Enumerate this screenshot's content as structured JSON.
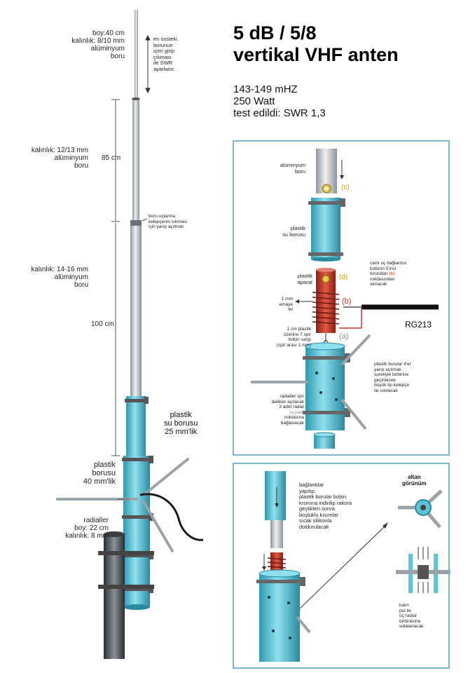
{
  "title": {
    "line1": "5 dB / 5/8",
    "line2": "vertikal VHF anten"
  },
  "specs": {
    "frequency": "143-149 mHZ",
    "power": "250 Watt",
    "test": "test edildi: SWR 1,3"
  },
  "left_labels": {
    "top_element": [
      "boy:40 cm",
      "kalınlık: 8/10 mm",
      "alüminyum",
      "boru"
    ],
    "tuning_note": [
      "en üssteki",
      "borunun",
      "içeri girip",
      "çıkması",
      "ile SWR",
      "ayarlanır."
    ],
    "mid_element": [
      "kalınlık: 12/13 mm",
      "alüminyum",
      "boru"
    ],
    "length_85": "85 cm",
    "clamp_note": [
      "boru uçlarına",
      "kelepçenin sıkması",
      "için yarıp açılmalı"
    ],
    "low_element": [
      "kalınlık: 14-16 mm",
      "alüminyum",
      "boru"
    ],
    "length_100": "100 cm",
    "pipe_25": [
      "plastik",
      "su borusu",
      "25 mm'lik"
    ],
    "pipe_40": [
      "plastik",
      "borusu",
      "40 mm'lik"
    ],
    "radials": [
      "radialler",
      "boy: 22 cm",
      "kalınlık: 8 mm"
    ]
  },
  "detail_panel": {
    "alu_pipe": [
      "alüminyum",
      "boru"
    ],
    "label_c": "(c)",
    "water_pipe": [
      "plastik",
      "su borusu"
    ],
    "plastic_part": [
      "plastik",
      "aparat"
    ],
    "label_d": "(d)",
    "center_note": [
      "canlı uç bağlantısı",
      "bobinin 5'inci",
      "turundan",
      "noktasından",
      "alınacak"
    ],
    "center_note_b": "(b)",
    "enamel_wire": [
      "1 mm",
      "emaye",
      "tel"
    ],
    "label_b": "(b)",
    "coax": "RG213",
    "coil_note": [
      "1 cm plastik",
      "üzerine 7 spir",
      "bobin sargı",
      "(spir arası 1 mm)"
    ],
    "label_a": "(a)",
    "joint_note": [
      "plastik borular 4'er",
      "yarıp açılmak",
      "suretiyle birbirine",
      "geçirilecek",
      "büyük tip kelepçe",
      "ile sıkılacak"
    ],
    "radial_note": [
      "radialler için",
      "delikler açılacak",
      "3 adet radial",
      "(a pad)",
      "noktasına",
      "bağlanacak"
    ]
  },
  "bottom_panel": {
    "fill_note": [
      "bağlantılar",
      "yapılıp,",
      "plastik borular bobin",
      "kısmına indirilip rakora",
      "geçtikten sonra",
      "boşluklu kısımlar",
      "sıcak silikonla",
      "doldurulacak"
    ],
    "view_title": [
      "altan",
      "görünüm"
    ],
    "washer_note": [
      "kalın",
      "pul ile",
      "üç radial",
      "birbirlerine",
      "vidalanacak"
    ]
  },
  "colors": {
    "pipe_blue": "#5ec3d6",
    "alu_gray": "#c8ced2",
    "coil_red": "#c0392b",
    "panel_border": "#7db6c9"
  }
}
